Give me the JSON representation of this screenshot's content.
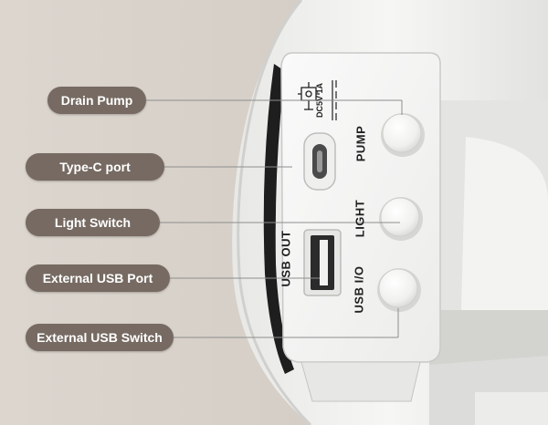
{
  "callouts": {
    "drain_pump": "Drain Pump",
    "type_c_port": "Type-C port",
    "light_switch": "Light Switch",
    "external_usb_port": "External USB Port",
    "external_usb_switch": "External USB Switch"
  },
  "panel_labels": {
    "pump": "PUMP",
    "light": "LIGHT",
    "usb_io": "USB I/O",
    "usb_out": "USB OUT",
    "rating": "DC5V 1A"
  },
  "colors": {
    "background": "#d9d2ca",
    "callout_fill": "#766a62",
    "device_white": "#f4f4f2",
    "leader_line": "#8e8e8e"
  },
  "icons": [
    "drain-pump-icon"
  ]
}
